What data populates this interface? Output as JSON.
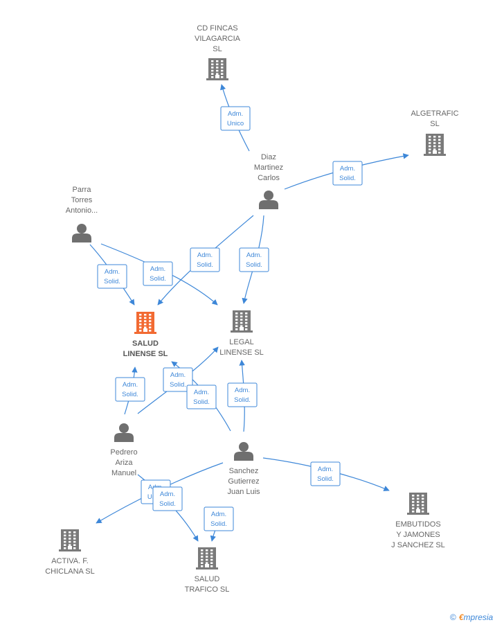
{
  "colors": {
    "edge": "#3d87d8",
    "company": "#7a7a7a",
    "company_highlight": "#f26a32",
    "person": "#6f6f6f"
  },
  "nodes": [
    {
      "id": "cd_fincas",
      "kind": "company",
      "lines": [
        "CD FINCAS",
        "VILAGARCIA",
        "SL"
      ]
    },
    {
      "id": "algetrafic",
      "kind": "company",
      "lines": [
        "ALGETRAFIC",
        "SL"
      ]
    },
    {
      "id": "diaz",
      "kind": "person",
      "lines": [
        "Diaz",
        "Martinez",
        "Carlos"
      ]
    },
    {
      "id": "parra",
      "kind": "person",
      "lines": [
        "Parra",
        "Torres",
        "Antonio..."
      ]
    },
    {
      "id": "salud_linense",
      "kind": "company",
      "highlight": true,
      "lines": [
        "SALUD",
        "LINENSE  SL"
      ]
    },
    {
      "id": "legal_linense",
      "kind": "company",
      "lines": [
        "LEGAL",
        "LINENSE  SL"
      ]
    },
    {
      "id": "pedrero",
      "kind": "person",
      "lines": [
        "Pedrero",
        "Ariza",
        "Manuel"
      ]
    },
    {
      "id": "sanchez",
      "kind": "person",
      "lines": [
        "Sanchez",
        "Gutierrez",
        "Juan Luis"
      ]
    },
    {
      "id": "embutidos",
      "kind": "company",
      "lines": [
        "EMBUTIDOS",
        "Y JAMONES",
        "J SANCHEZ  SL"
      ]
    },
    {
      "id": "activa",
      "kind": "company",
      "lines": [
        "ACTIVA.  F.",
        "CHICLANA  SL"
      ]
    },
    {
      "id": "salud_trafico",
      "kind": "company",
      "lines": [
        "SALUD",
        "TRAFICO  SL"
      ]
    }
  ],
  "edges": [
    {
      "from": "diaz",
      "to": "cd_fincas",
      "label": [
        "Adm.",
        "Unico"
      ]
    },
    {
      "from": "diaz",
      "to": "algetrafic",
      "label": [
        "Adm.",
        "Solid."
      ]
    },
    {
      "from": "diaz",
      "to": "salud_linense",
      "label": [
        "Adm.",
        "Solid."
      ]
    },
    {
      "from": "diaz",
      "to": "legal_linense",
      "label": [
        "Adm.",
        "Solid."
      ]
    },
    {
      "from": "parra",
      "to": "salud_linense",
      "label": [
        "Adm.",
        "Solid."
      ]
    },
    {
      "from": "parra",
      "to": "legal_linense",
      "label": [
        "Adm.",
        "Solid."
      ]
    },
    {
      "from": "pedrero",
      "to": "salud_linense",
      "label": [
        "Adm.",
        "Solid."
      ]
    },
    {
      "from": "pedrero",
      "to": "legal_linense",
      "label": [
        "Adm.",
        "Solid."
      ]
    },
    {
      "from": "sanchez",
      "to": "salud_linense",
      "label": [
        "Adm.",
        "Solid."
      ]
    },
    {
      "from": "sanchez",
      "to": "legal_linense",
      "label": [
        "Adm.",
        "Solid."
      ]
    },
    {
      "from": "sanchez",
      "to": "embutidos",
      "label": [
        "Adm.",
        "Solid."
      ]
    },
    {
      "from": "sanchez",
      "to": "activa",
      "label": [
        "Adm.",
        "Unico"
      ]
    },
    {
      "from": "pedrero",
      "to": "salud_trafico",
      "label": [
        "Adm.",
        "Solid."
      ]
    },
    {
      "from": "sanchez",
      "to": "salud_trafico",
      "label": [
        "Adm.",
        "Solid."
      ]
    }
  ],
  "watermark": {
    "copyright": "©",
    "brand_first": "€",
    "brand_rest": "mpresia"
  }
}
